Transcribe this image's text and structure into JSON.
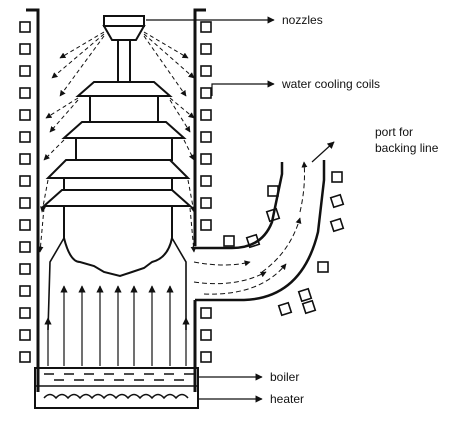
{
  "diagram": {
    "labels": {
      "nozzles": "nozzles",
      "water_cooling_coils": "water cooling coils",
      "port_line1": "port for",
      "port_line2": "backing line",
      "boiler": "boiler",
      "heater": "heater"
    },
    "colors": {
      "stroke": "#111111",
      "background": "#ffffff"
    }
  }
}
